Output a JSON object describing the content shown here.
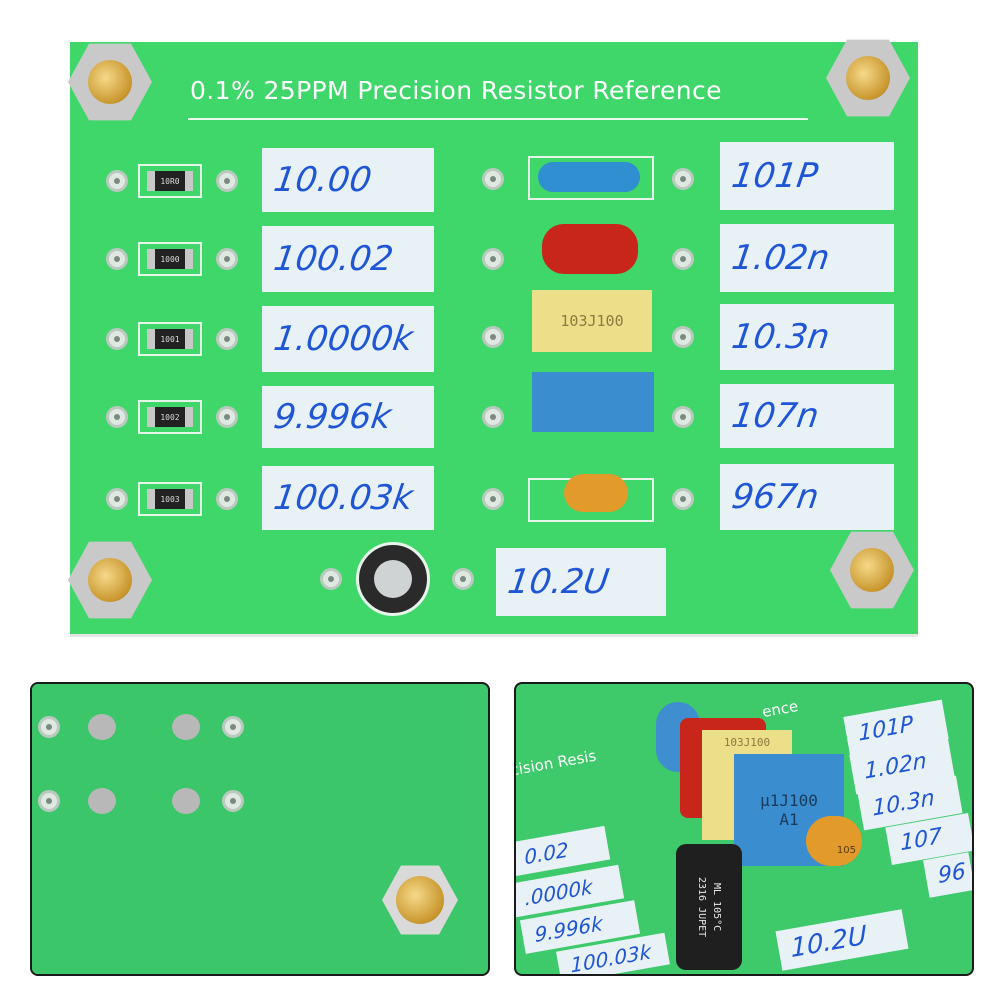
{
  "board": {
    "title": "0.1% 25PPM Precision Resistor Reference",
    "resistor_values": [
      "10.00",
      "100.02",
      "1.0000k",
      "9.996k",
      "100.03k"
    ],
    "resistor_codes": [
      "10R0",
      "1000",
      "1001",
      "1002",
      "1003"
    ],
    "capacitor_values": [
      "101P",
      "1.02n",
      "10.3n",
      "107n",
      "967n"
    ],
    "electrolytic_value": "10.2U",
    "film_cap_marking": "103J100"
  },
  "inset_right": {
    "title_fragment": "cision Resis",
    "title_fragment_2": "ence",
    "labels_right": [
      "101P",
      "1.02n",
      "10.3n",
      "107",
      "96"
    ],
    "labels_left": [
      "0.02",
      ".0000k",
      "9.996k",
      "100.03k"
    ],
    "bottom_label": "10.2U",
    "film_cap_marking_yellow": "103J100",
    "film_cap_marking_blue": "µ1J100",
    "film_cap_marking_blue_2": "A1",
    "ceramic_marking": "105",
    "electrolytic_marking": "ML 105°C",
    "electrolytic_marking_2": "2316 JUPET"
  },
  "colors": {
    "board_green": "#3fd66a",
    "label_bg": "#e8f1f6",
    "ink_blue": "#1f56d6"
  }
}
